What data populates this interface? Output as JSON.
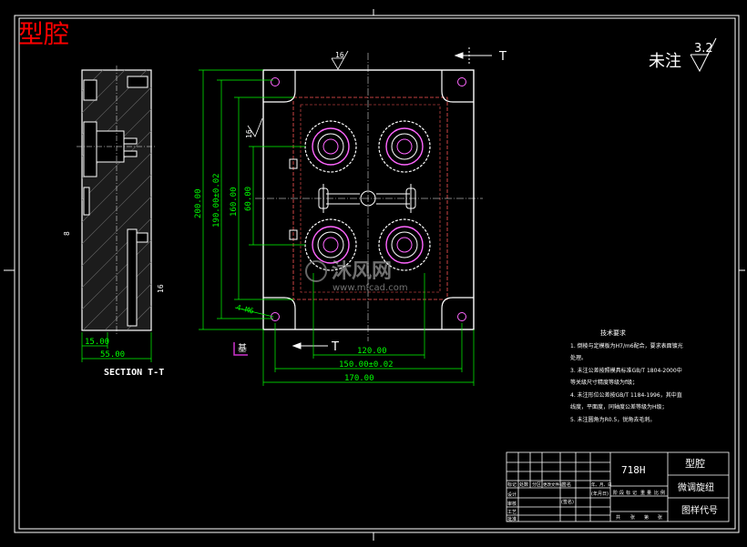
{
  "title": "型腔",
  "note": {
    "label": "未注",
    "roughness": "3.2"
  },
  "section_mark": "T",
  "section_title": "SECTION T-T",
  "watermark": {
    "brand": "沐风网",
    "url": "www.mfcad.com"
  },
  "dims": {
    "v_200": "200.00",
    "v_190": "190.00±0.02",
    "v_160": "160.00",
    "v_60": "60.00",
    "h_120": "120.00",
    "h_150": "150.00±0.02",
    "h_170": "170.00",
    "side_15": "15.00",
    "side_55": "55.00",
    "holes": "4-M6",
    "r16a": "16",
    "r16b": "16",
    "r16c": "16",
    "r8": "8"
  },
  "stamp": "基",
  "tech_notes": {
    "heading": "技术要求",
    "lines": [
      "1. 倒棱与定模板为H7/m6配合，要求表面镀光",
      "   处理。",
      "3. 未注公差按照模具标准GB/T 1804-2000中",
      "   等关级尺寸精度等级为f级；",
      "4. 未注形位公差按GB/T 1184-1996，其中直",
      "   线度，平面度，同轴度公差等级为H级；",
      "5. 未注圆角为R0.5，锐角去毛刺。"
    ]
  },
  "title_block": {
    "material": "718H",
    "part_name": "型腔",
    "assembly": "微调旋纽",
    "drawing_no": "图样代号",
    "hdr_cells": [
      "标记",
      "处数",
      "分区",
      "更改文件号",
      "签名",
      "年、月、日"
    ],
    "stage_cells": [
      "阶",
      "段",
      "标",
      "记",
      "重",
      "量",
      "比",
      "例"
    ],
    "bottom_cells": [
      "共",
      "张",
      "第",
      "张"
    ],
    "row_labels": [
      "设计",
      "审核",
      "工艺",
      "批准"
    ],
    "mark_text": "(签名)",
    "date_text": "(年月日)"
  },
  "colors": {
    "background": "#000000",
    "lines": "#ffffff",
    "title": "#ff0000",
    "dimensions": "#00ff00",
    "hidden": "#ff5555",
    "rings": "#ff66ff",
    "stamp": "#cc33cc"
  }
}
